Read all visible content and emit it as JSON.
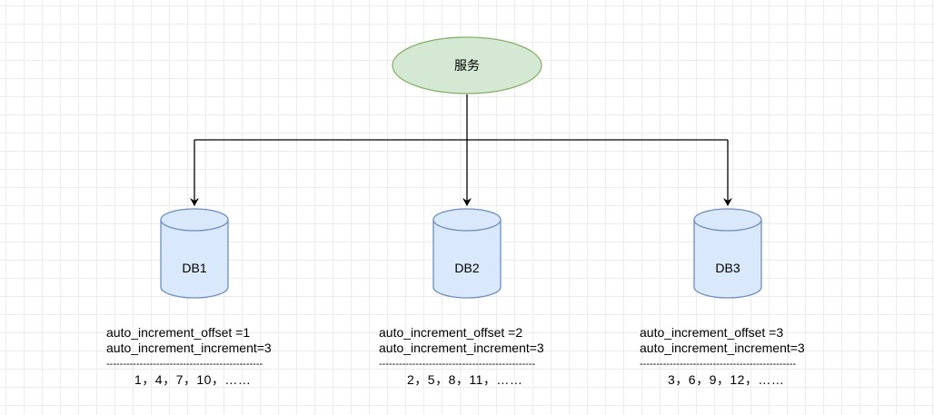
{
  "service": {
    "label": "服务",
    "fill": "#d5e8d4",
    "stroke": "#82b366"
  },
  "databases": [
    {
      "name": "DB1",
      "offset_line": "auto_increment_offset =1",
      "increment_line": "auto_increment_increment=3",
      "separator": "-----------------------------------------------",
      "sequence": "1，4，7，10，……"
    },
    {
      "name": "DB2",
      "offset_line": "auto_increment_offset =2",
      "increment_line": "auto_increment_increment=3",
      "separator": "-----------------------------------------------",
      "sequence": "2，5，8，11，……"
    },
    {
      "name": "DB3",
      "offset_line": "auto_increment_offset =3",
      "increment_line": "auto_increment_increment=3",
      "separator": "-----------------------------------------------",
      "sequence": "3，6，9，12，……"
    }
  ],
  "colors": {
    "db_fill": "#dae8fc",
    "db_stroke": "#6c8ebf",
    "connector": "#000000"
  }
}
